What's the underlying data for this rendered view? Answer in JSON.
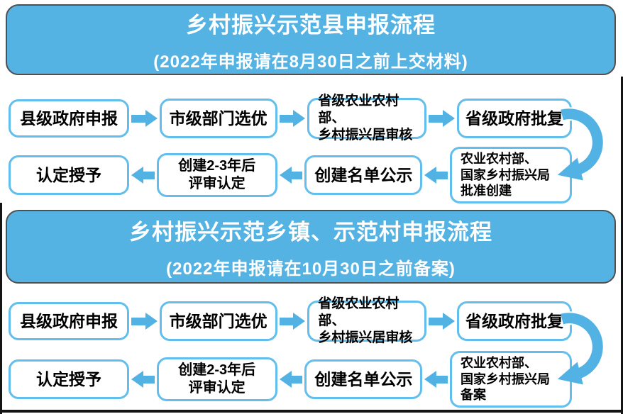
{
  "colors": {
    "header_bg": "#55B3E3",
    "header_border": "#4F4F4F",
    "box_border": "#62BEEC",
    "arrow": "#52B2E4",
    "frame": "#141414",
    "box_text": "#000000",
    "header_text": "#FFFFFF"
  },
  "sections": [
    {
      "title": "乡村振兴示范县申报流程",
      "subtitle": "(2022年申报请在8月30日之前上交材料)",
      "top_steps": [
        {
          "label": "县级政府申报"
        },
        {
          "label": "市级部门选优"
        },
        {
          "label": "省级农业农村部、\n乡村振兴居审核"
        },
        {
          "label": "省级政府批复"
        }
      ],
      "bottom_steps": [
        {
          "label": "认定授予"
        },
        {
          "label": "创建2-3年后\n评审认定"
        },
        {
          "label": "创建名单公示"
        },
        {
          "label": "农业农村部、\n国家乡村振兴局\n批准创建"
        }
      ]
    },
    {
      "title": "乡村振兴示范乡镇、示范村申报流程",
      "subtitle": "(2022年申报请在10月30日之前备案)",
      "top_steps": [
        {
          "label": "县级政府申报"
        },
        {
          "label": "市级部门选优"
        },
        {
          "label": "省级农业农村部、\n乡村振兴居审核"
        },
        {
          "label": "省级政府批复"
        }
      ],
      "bottom_steps": [
        {
          "label": "认定授予"
        },
        {
          "label": "创建2-3年后\n评审认定"
        },
        {
          "label": "创建名单公示"
        },
        {
          "label": "农业农村部、\n国家乡村振兴局\n备案"
        }
      ]
    }
  ]
}
